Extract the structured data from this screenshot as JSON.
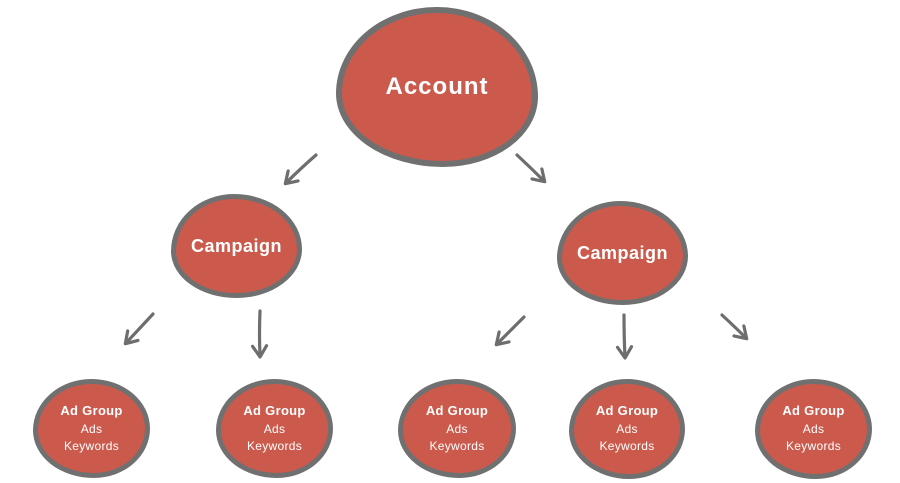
{
  "colors": {
    "node_fill": "#cc5a4c",
    "node_border": "#707070",
    "arrow": "#6e6e6e",
    "text": "#ffffff",
    "background": "#ffffff"
  },
  "diagram": {
    "account": {
      "label": "Account"
    },
    "campaigns": [
      {
        "label": "Campaign"
      },
      {
        "label": "Campaign"
      }
    ],
    "ad_groups": [
      {
        "title": "Ad Group",
        "lines": [
          "Ads",
          "Keywords"
        ]
      },
      {
        "title": "Ad Group",
        "lines": [
          "Ads",
          "Keywords"
        ]
      },
      {
        "title": "Ad Group",
        "lines": [
          "Ads",
          "Keywords"
        ]
      },
      {
        "title": "Ad Group",
        "lines": [
          "Ads",
          "Keywords"
        ]
      },
      {
        "title": "Ad Group",
        "lines": [
          "Ads",
          "Keywords"
        ]
      }
    ]
  }
}
